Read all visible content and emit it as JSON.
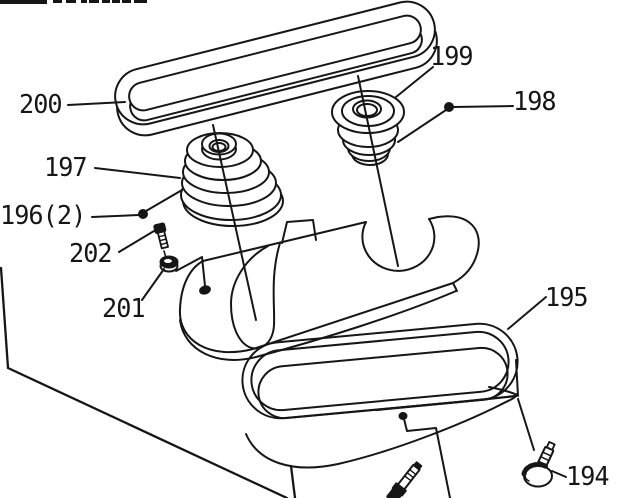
{
  "figure": {
    "kind": "exploded-parts-diagram",
    "background": "#ffffff",
    "line_color": "#161616"
  },
  "callouts": {
    "labels": [
      "200",
      "197",
      "196(2)",
      "202",
      "201",
      "199",
      "198",
      "195",
      "194"
    ]
  }
}
